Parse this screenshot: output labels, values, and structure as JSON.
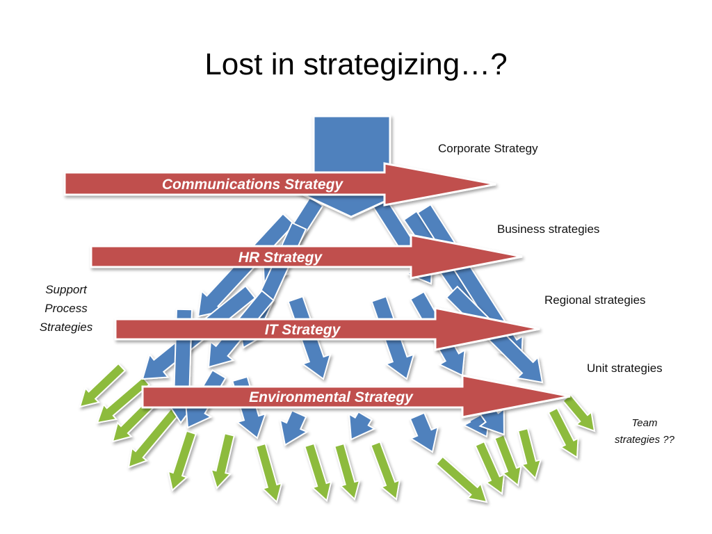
{
  "title": "Lost in strategizing…?",
  "levels": {
    "corporate": "Corporate Strategy",
    "business": "Business strategies",
    "regional": "Regional strategies",
    "unit": "Unit strategies",
    "team_line1": "Team",
    "team_line2": "strategies ??"
  },
  "support": {
    "line1": "Support",
    "line2": "Process",
    "line3": "Strategies"
  },
  "strategies": [
    "Communications Strategy",
    "HR Strategy",
    "IT Strategy",
    "Environmental Strategy"
  ],
  "colors": {
    "hierarchy_blue": "#4f81bd",
    "cross_red": "#c0504d",
    "team_green": "#8dbb3e"
  }
}
